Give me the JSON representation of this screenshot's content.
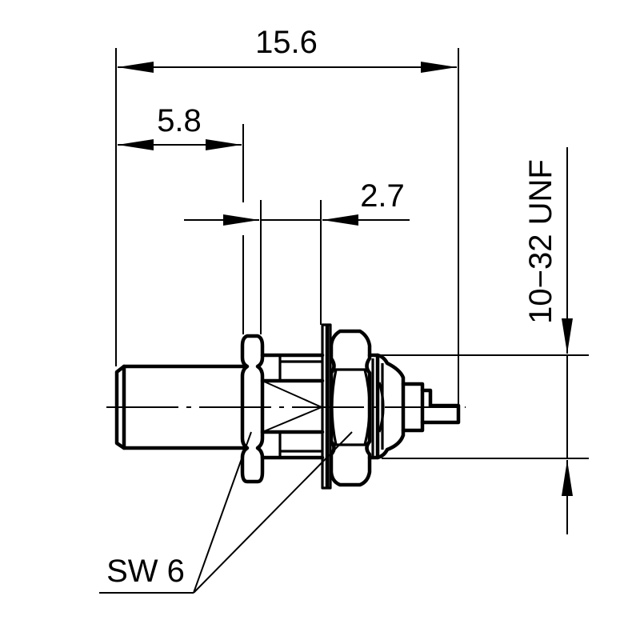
{
  "drawing": {
    "type": "technical-drawing",
    "subject": "10-32 UNF bulkhead connector, side view",
    "line_color": "#000000",
    "background": "#ffffff"
  },
  "dimensions": {
    "overall_length": {
      "label": "15.6"
    },
    "front_length": {
      "label": "5.8"
    },
    "panel_thickness": {
      "label": "2.7"
    },
    "thread": {
      "label": "10−32 UNF"
    },
    "wrench_size": {
      "label": "SW 6"
    }
  }
}
